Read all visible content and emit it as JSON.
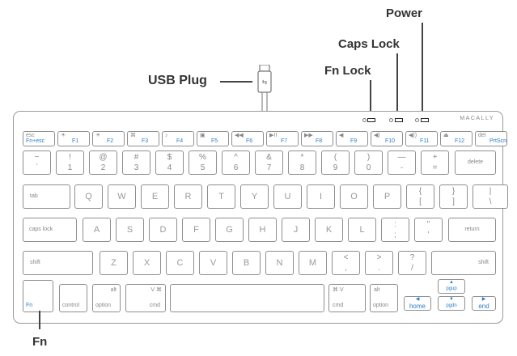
{
  "callouts": {
    "power": "Power",
    "caps_lock": "Caps Lock",
    "fn_lock": "Fn Lock",
    "usb_plug": "USB Plug",
    "fn": "Fn"
  },
  "brand": "MACALLY",
  "fn_row": [
    {
      "top": "esc",
      "bottom": "Fn+esc",
      "icon": "lock"
    },
    {
      "top": "☀",
      "bottom": "F1"
    },
    {
      "top": "☀",
      "bottom": "F2"
    },
    {
      "top": "⌘",
      "bottom": "F3"
    },
    {
      "top": "♪",
      "bottom": "F4"
    },
    {
      "top": "▣",
      "bottom": "F5"
    },
    {
      "top": "◀◀",
      "bottom": "F6"
    },
    {
      "top": "▶II",
      "bottom": "F7"
    },
    {
      "top": "▶▶",
      "bottom": "F8"
    },
    {
      "top": "◀",
      "bottom": "F9"
    },
    {
      "top": "◀)",
      "bottom": "F10"
    },
    {
      "top": "◀))",
      "bottom": "F11"
    },
    {
      "top": "⏏",
      "bottom": "F12"
    },
    {
      "top": "del",
      "bottom": "PrtScn"
    }
  ],
  "num_row": [
    {
      "top": "~",
      "bottom": "`"
    },
    {
      "top": "!",
      "bottom": "1"
    },
    {
      "top": "@",
      "bottom": "2"
    },
    {
      "top": "#",
      "bottom": "3"
    },
    {
      "top": "$",
      "bottom": "4"
    },
    {
      "top": "%",
      "bottom": "5"
    },
    {
      "top": "^",
      "bottom": "6"
    },
    {
      "top": "&",
      "bottom": "7"
    },
    {
      "top": "*",
      "bottom": "8"
    },
    {
      "top": "(",
      "bottom": "9"
    },
    {
      "top": ")",
      "bottom": "0"
    },
    {
      "top": "—",
      "bottom": "-"
    },
    {
      "top": "+",
      "bottom": "="
    },
    {
      "label": "delete"
    }
  ],
  "qwerty_row": {
    "tab": "tab",
    "letters": [
      "Q",
      "W",
      "E",
      "R",
      "T",
      "Y",
      "U",
      "I",
      "O",
      "P"
    ],
    "brackets": [
      {
        "top": "{",
        "bottom": "["
      },
      {
        "top": "}",
        "bottom": "]"
      },
      {
        "top": "|",
        "bottom": "\\"
      }
    ]
  },
  "home_row": {
    "caps": "caps lock",
    "letters": [
      "A",
      "S",
      "D",
      "F",
      "G",
      "H",
      "J",
      "K",
      "L"
    ],
    "punct": [
      {
        "top": ":",
        "bottom": ";"
      },
      {
        "top": "\"",
        "bottom": "'"
      }
    ],
    "return": "return"
  },
  "shift_row": {
    "left": "shift",
    "letters": [
      "Z",
      "X",
      "C",
      "V",
      "B",
      "N",
      "M"
    ],
    "punct": [
      {
        "top": "<",
        "bottom": ","
      },
      {
        "top": ">",
        "bottom": "."
      },
      {
        "top": "?",
        "bottom": "/"
      }
    ],
    "right": "shift"
  },
  "bottom_row": {
    "fn": "Fn",
    "control": "control",
    "option_left": "option",
    "option_left_icon": "alt",
    "cmd_left": "cmd",
    "cmd_left_icons": "V  ⌘",
    "cmd_right": "cmd",
    "cmd_right_icons": "⌘  V",
    "option_right": "option",
    "option_right_icon": "alt",
    "left_top": "◀",
    "left_bottom": "home",
    "up_top": "▲",
    "up_bottom": "pgup",
    "down_top": "▼",
    "down_bottom": "pgdn",
    "right_top": "▶",
    "right_bottom": "end"
  }
}
